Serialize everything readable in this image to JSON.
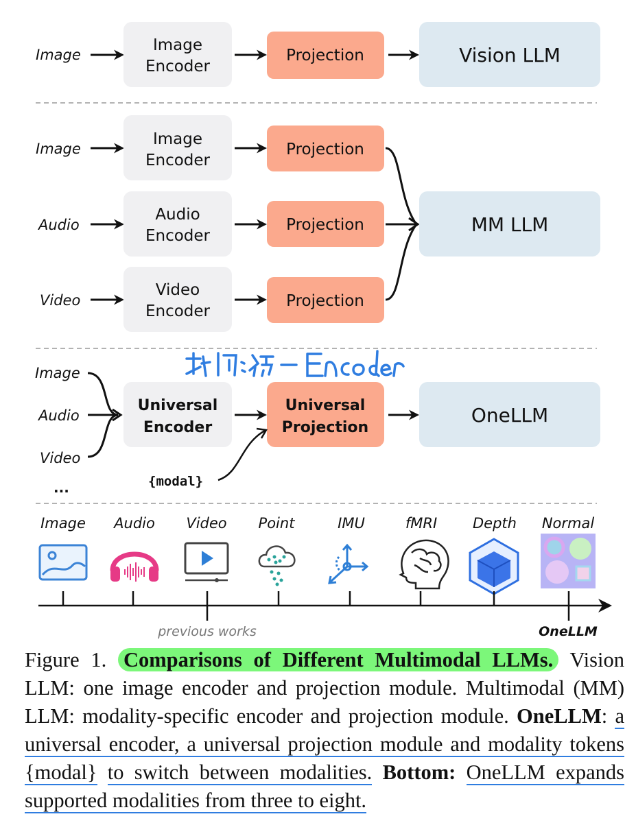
{
  "rows": {
    "row1": {
      "input": "Image",
      "encoder": [
        "Image",
        "Encoder"
      ],
      "projection": "Projection",
      "llm": "Vision LLM"
    },
    "row2": {
      "inputs": [
        "Image",
        "Audio",
        "Video"
      ],
      "encoders": [
        [
          "Image",
          "Encoder"
        ],
        [
          "Audio",
          "Encoder"
        ],
        [
          "Video",
          "Encoder"
        ]
      ],
      "projection": "Projection",
      "llm": "MM LLM"
    },
    "row3": {
      "inputs": [
        "Image",
        "Audio",
        "Video"
      ],
      "ellipsis": "...",
      "encoder": [
        "Universal",
        "Encoder"
      ],
      "projection": [
        "Universal",
        "Projection"
      ],
      "token": "{modal}",
      "llm": "OneLLM",
      "handwritten_note": "我们统一Encoder"
    }
  },
  "timeline": {
    "modalities": [
      "Image",
      "Audio",
      "Video",
      "Point",
      "IMU",
      "fMRI",
      "Depth",
      "Normal"
    ],
    "icons": [
      "image-icon",
      "headphones-icon",
      "video-player-icon",
      "point-cloud-icon",
      "imu-axes-icon",
      "brain-icon",
      "depth-cube-icon",
      "normal-map-icon"
    ],
    "previous_label": "previous works",
    "onellm_label": "OneLLM"
  },
  "caption": {
    "fig_label": "Figure 1.",
    "highlight_title": "Comparisons of Different Multimodal LLMs.",
    "sent1": "Vision LLM: one image encoder and projection module. Multimodal (MM) LLM: modality-specific encoder and projection module.",
    "bold_name": "OneLLM",
    "colon": ":",
    "ul1": "a universal encoder, a universal projection module and modality tokens",
    "token": "{modal}",
    "ul2": "to switch between modalities.",
    "bottom_label": "Bottom:",
    "ul3": "OneLLM expands supported modalities from three to eight."
  },
  "colors": {
    "encoder_box": "#f0f0f2",
    "projection_box": "#fba98d",
    "llm_box": "#dde9f1",
    "highlight": "#7cf77a",
    "annotation": "#2f7de0",
    "pink": "#e63a86",
    "blue": "#2e7fd6"
  }
}
